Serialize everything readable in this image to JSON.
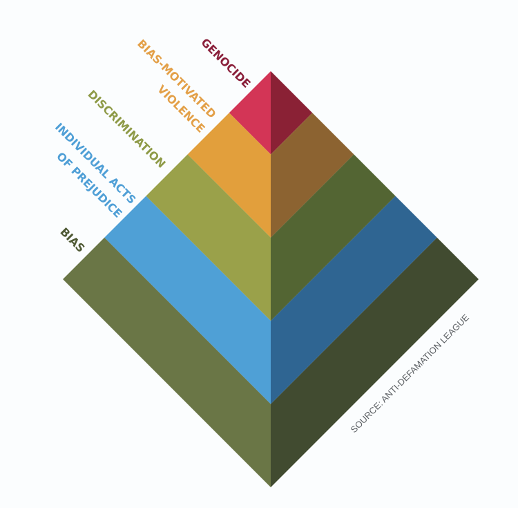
{
  "title": "Pyramid of Hate",
  "levels": [
    {
      "id": "genocide",
      "lines": [
        "GENOCIDE"
      ],
      "label_color": "#8a1f3a",
      "left_color": "#d33556",
      "right_color": "#8a2135"
    },
    {
      "id": "bias-motivated-violence",
      "lines": [
        "BIAS-MOTIVATED",
        "VIOLENCE"
      ],
      "label_color": "#e3a048",
      "left_color": "#e29f3c",
      "right_color": "#8c6331"
    },
    {
      "id": "discrimination",
      "lines": [
        "DISCRIMINATION"
      ],
      "label_color": "#8e9a47",
      "left_color": "#9aa14a",
      "right_color": "#536533"
    },
    {
      "id": "individual-acts-of-prejudice",
      "lines": [
        "INDIVIDUAL ACTS",
        "OF PREJUDICE"
      ],
      "label_color": "#4f9fd6",
      "left_color": "#4fa0d6",
      "right_color": "#2f6592"
    },
    {
      "id": "bias",
      "lines": [
        "BIAS"
      ],
      "label_color": "#4f5a35",
      "left_color": "#6a7646",
      "right_color": "#414b30"
    }
  ],
  "source": "SOURCE: ANTI-DEFAMATION LEAGUE"
}
